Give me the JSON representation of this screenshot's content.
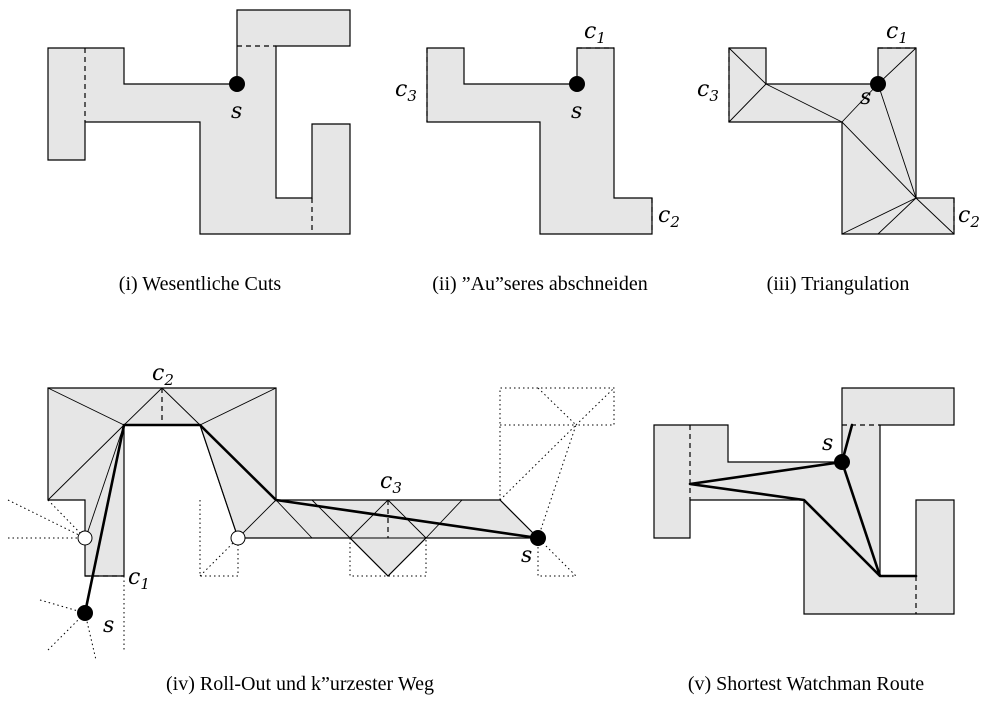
{
  "panels": [
    {
      "caption": "(i) Wesentliche Cuts",
      "labels": {
        "s": "s"
      }
    },
    {
      "caption": "(ii) ”Au”seres abschneiden",
      "labels": {
        "s": "s",
        "c1": "c",
        "c1_sub": "1",
        "c2": "c",
        "c2_sub": "2",
        "c3": "c",
        "c3_sub": "3"
      }
    },
    {
      "caption": "(iii) Triangulation",
      "labels": {
        "s": "s",
        "c1": "c",
        "c1_sub": "1",
        "c2": "c",
        "c2_sub": "2",
        "c3": "c",
        "c3_sub": "3"
      }
    },
    {
      "caption": "(iv) Roll-Out und k”urzester Weg",
      "labels": {
        "s": "s",
        "s2": "s",
        "c1": "c",
        "c1_sub": "1",
        "c2": "c",
        "c2_sub": "2",
        "c3": "c",
        "c3_sub": "3"
      }
    },
    {
      "caption": "(v) Shortest Watchman Route",
      "labels": {
        "s": "s"
      }
    }
  ]
}
